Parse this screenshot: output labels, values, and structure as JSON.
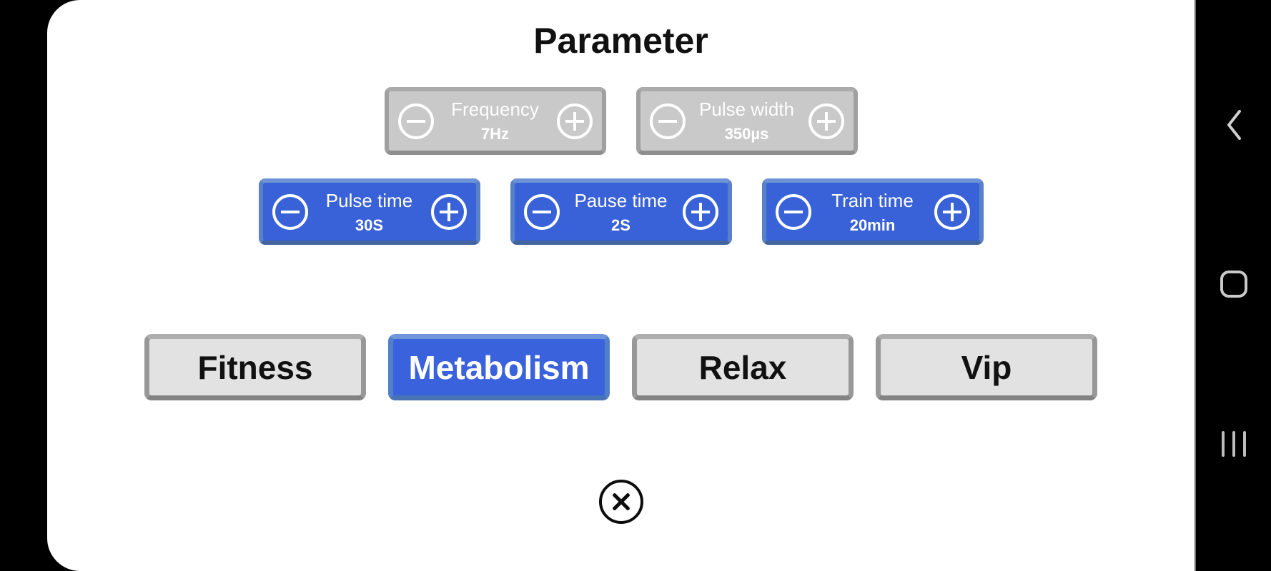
{
  "title": "Parameter",
  "parameters": {
    "row1": [
      {
        "label": "Frequency",
        "value": "7Hz",
        "state": "disabled"
      },
      {
        "label": "Pulse width",
        "value": "350µs",
        "state": "disabled"
      }
    ],
    "row2": [
      {
        "label": "Pulse time",
        "value": "30S",
        "state": "enabled"
      },
      {
        "label": "Pause time",
        "value": "2S",
        "state": "enabled"
      },
      {
        "label": "Train time",
        "value": "20min",
        "state": "enabled"
      }
    ]
  },
  "modes": [
    {
      "label": "Fitness",
      "selected": false
    },
    {
      "label": "Metabolism",
      "selected": true
    },
    {
      "label": "Relax",
      "selected": false
    },
    {
      "label": "Vip",
      "selected": false
    }
  ],
  "icons": {
    "minus": "minus-circle-icon",
    "plus": "plus-circle-icon",
    "close": "x-circle-icon",
    "nav_back": "back-icon",
    "nav_home": "home-icon",
    "nav_recents": "recents-icon"
  },
  "colors": {
    "accent_blue": "#3a62d8",
    "selected_mode_blue": "#3a62dc",
    "disabled_gray": "#c9c9c9",
    "mode_gray": "#e2e2e2",
    "background": "#000000",
    "panel": "#ffffff",
    "nav_icon_gray": "#c9c9c9"
  }
}
